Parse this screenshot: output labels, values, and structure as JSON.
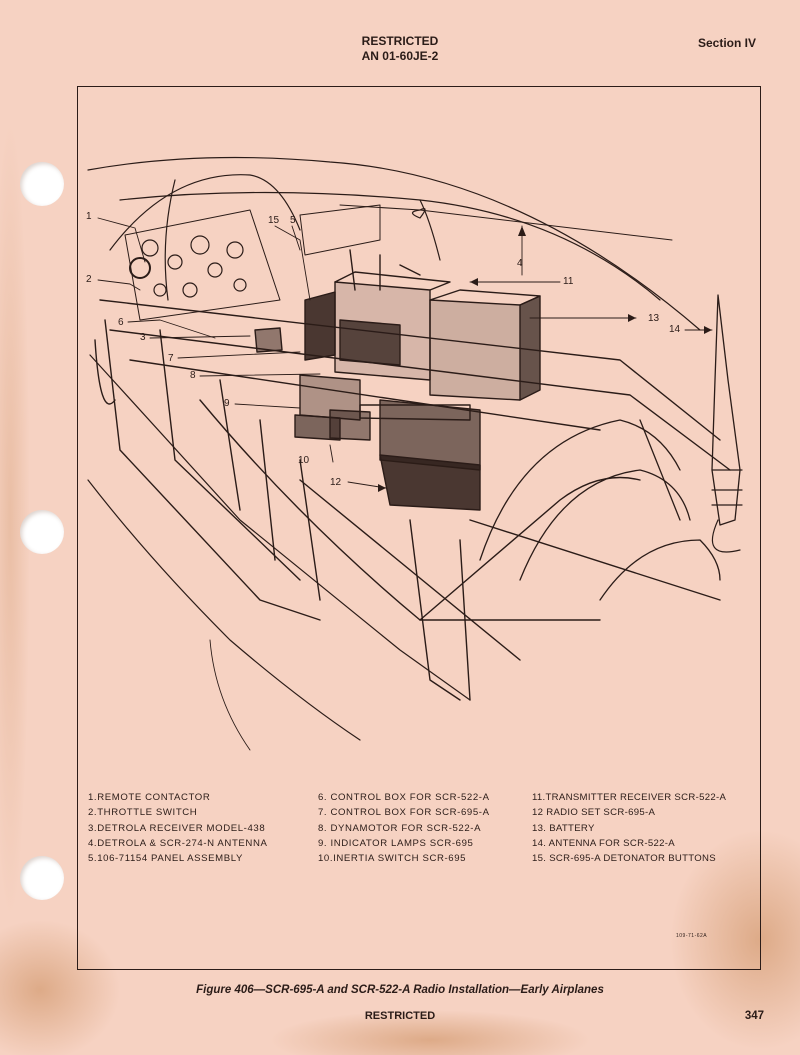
{
  "header": {
    "restriction": "RESTRICTED",
    "document_number": "AN 01-60JE-2",
    "section": "Section IV"
  },
  "figure": {
    "callouts": [
      "1",
      "2",
      "3",
      "4",
      "5",
      "6",
      "7",
      "8",
      "9",
      "10",
      "11",
      "12",
      "13",
      "14",
      "15"
    ],
    "legend": [
      [
        "1.REMOTE CONTACTOR",
        "2.THROTTLE SWITCH",
        "3.DETROLA RECEIVER MODEL-438",
        "4.DETROLA & SCR-274-N ANTENNA",
        "5.106-71154 PANEL ASSEMBLY"
      ],
      [
        "6. CONTROL BOX FOR SCR-522-A",
        "7. CONTROL BOX FOR SCR-695-A",
        "8. DYNAMOTOR FOR SCR-522-A",
        "9. INDICATOR LAMPS SCR-695",
        "10.INERTIA SWITCH SCR-695"
      ],
      [
        "11.TRANSMITTER RECEIVER SCR-522-A",
        "12 RADIO SET SCR-695-A",
        "13. BATTERY",
        "14. ANTENNA FOR SCR-522-A",
        "15. SCR-695-A DETONATOR BUTTONS"
      ]
    ],
    "drawing_code": "109-71-62A",
    "caption": "Figure 406—SCR-695-A and SCR-522-A Radio Installation—Early Airplanes"
  },
  "footer": {
    "restriction": "RESTRICTED",
    "page_number": "347"
  },
  "colors": {
    "paper": "#f6d2c2",
    "ink": "#2b1c18",
    "stain": "#d49a6a"
  }
}
